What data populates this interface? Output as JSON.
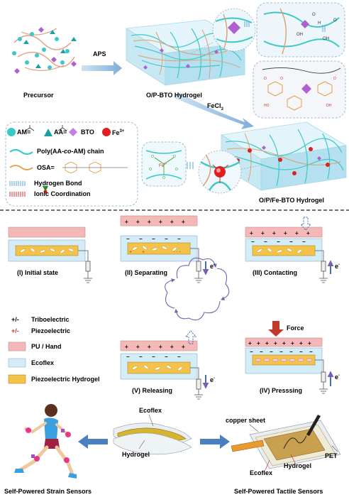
{
  "top": {
    "precursor_label": "Precursor",
    "aps_label": "APS",
    "op_hydrogel_label": "O/P-BTO Hydrogel",
    "fecl3_label": "FeCl",
    "fecl3_sub": "3",
    "opfe_hydrogel_label": "O/P/Fe-BTO Hydrogel",
    "fe_center_label": "Fe",
    "fe_center_sup": "3+"
  },
  "legend": {
    "am_label": "AM=",
    "aa_label": "AA=",
    "bto_label": "BTO",
    "fe_label": "Fe",
    "fe_sup": "3+",
    "chain_label_pre": "Poly(AA-",
    "chain_label_co": "co",
    "chain_label_post": "-AM) chain",
    "osa_label": "OSA=",
    "hbond_label": "Hydrogen Bond",
    "ionic_label": "Ionic Coordination"
  },
  "mechanism": {
    "stage1": "(I) Initial state",
    "stage2": "(II) Separating",
    "stage3": "(III) Contacting",
    "stage4": "(IV) Presssing",
    "stage5": "(V) Releasing",
    "electron": "e",
    "electron_sup": "-",
    "force_label": "Force"
  },
  "key": {
    "tribo_symbol": "+/-",
    "tribo_label": "Triboelectric",
    "piezo_symbol": "+/-",
    "piezo_label": "Piezoelectric",
    "pu_label": "PU / Hand",
    "ecoflex_label": "Ecoflex",
    "hydrogel_label": "Piezoelectric Hydrogel"
  },
  "bottom": {
    "strain_label": "Self-Powered Strain Sensors",
    "tactile_label": "Self-Powered Tactile Sensors",
    "ecoflex_label": "Ecoflex",
    "hydrogel_label": "Hydrogel",
    "copper_label": "copper sheet",
    "ecoflex2_label": "Ecoflex",
    "hydrogel2_label": "Hydrogel",
    "pet_label": "PET"
  },
  "colors": {
    "cyan": "#3cc8c8",
    "pink": "#f4b8b8",
    "ecoflex": "#d4ecf7",
    "hydrogel": "#f2c24a",
    "purple": "#b05fd0",
    "fe_red": "#e02020",
    "chain_tan": "#d9a070"
  }
}
